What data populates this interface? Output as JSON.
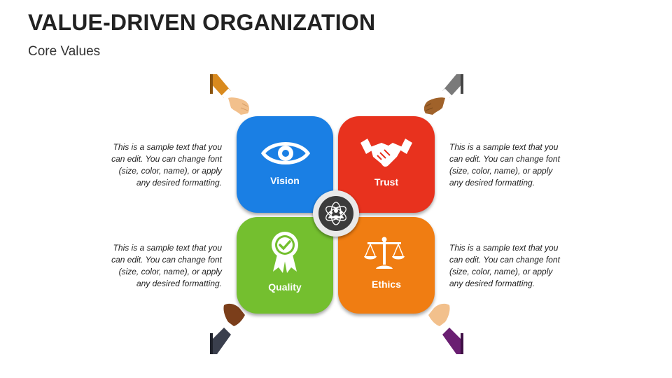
{
  "header": {
    "title": "VALUE-DRIVEN ORGANIZATION",
    "subtitle": "Core Values"
  },
  "quadrants": [
    {
      "label": "Vision",
      "color": "#1a7fe4",
      "icon": "eye-icon"
    },
    {
      "label": "Trust",
      "color": "#e8321e",
      "icon": "handshake-icon"
    },
    {
      "label": "Quality",
      "color": "#74bf2f",
      "icon": "award-badge-icon"
    },
    {
      "label": "Ethics",
      "color": "#f07d12",
      "icon": "balance-scale-icon"
    }
  ],
  "descriptions": {
    "top_left": [
      "This is a sample text that you",
      "can edit. You can change font",
      "(size, color, name), or apply",
      "any desired formatting."
    ],
    "top_right": [
      "This is a sample text that you",
      "can edit. You can change font",
      "(size, color, name), or apply",
      "any desired formatting."
    ],
    "bottom_left": [
      "This is a sample text that you",
      "can edit. You can change font",
      "(size, color, name), or apply",
      "any desired formatting."
    ],
    "bottom_right": [
      "This is a sample text that you",
      "can edit. You can change font",
      "(size, color, name), or apply",
      "any desired formatting."
    ]
  },
  "center": {
    "icon": "team-network-icon"
  },
  "hands": [
    {
      "icon": "hand-top-left-icon",
      "sleeve_color": "#d98a1e"
    },
    {
      "icon": "hand-top-right-icon",
      "sleeve_color": "#7a7a7a"
    },
    {
      "icon": "hand-bottom-left-icon",
      "sleeve_color": "#3a3f4d"
    },
    {
      "icon": "hand-bottom-right-icon",
      "sleeve_color": "#6a1f72"
    }
  ]
}
